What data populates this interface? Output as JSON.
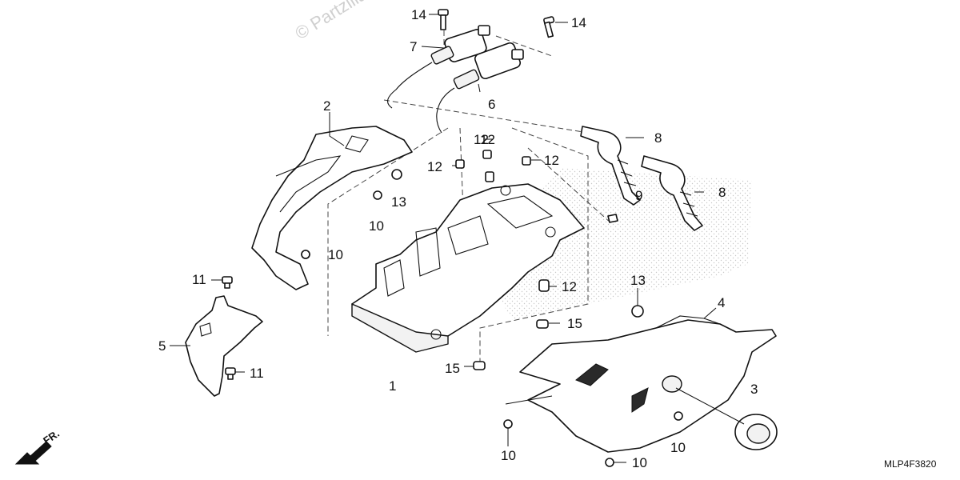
{
  "watermark": "© Partzilla",
  "diagram_code": "MLP4F3820",
  "front_indicator": "FR.",
  "callouts": {
    "c1": "1",
    "c2": "2",
    "c3": "3",
    "c4": "4",
    "c5": "5",
    "c6": "6",
    "c7": "7",
    "c8a": "8",
    "c8b": "8",
    "c9": "9",
    "c10a": "10",
    "c10b": "10",
    "c10c": "10",
    "c10d": "10",
    "c10e": "10",
    "c11a": "11",
    "c11b": "11",
    "c12a": "12",
    "c12b": "12",
    "c12c": "12",
    "c12d": "12",
    "c12e": "12",
    "c13a": "13",
    "c13b": "13",
    "c14a": "14",
    "c14b": "14",
    "c15a": "15",
    "c15b": "15"
  }
}
